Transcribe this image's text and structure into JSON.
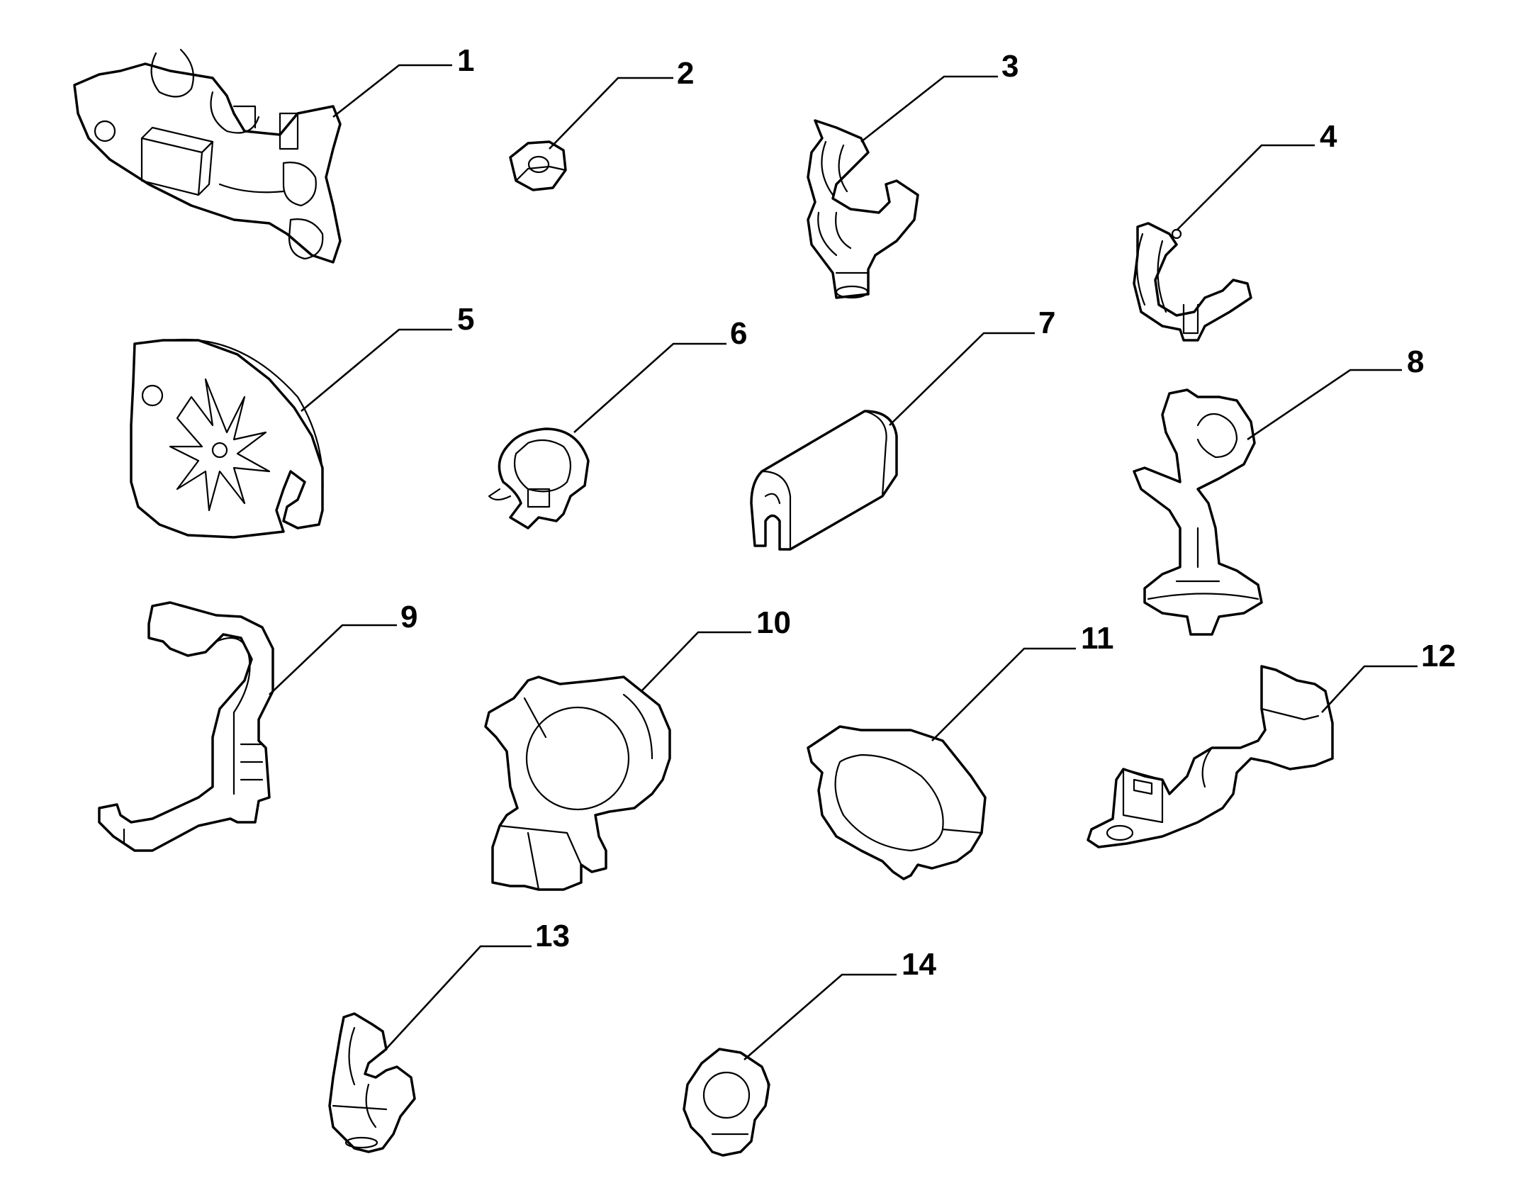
{
  "parts": [
    {
      "id": "part-1",
      "number": "1"
    },
    {
      "id": "part-2",
      "number": "2"
    },
    {
      "id": "part-3",
      "number": "3"
    },
    {
      "id": "part-4",
      "number": "4"
    },
    {
      "id": "part-5",
      "number": "5"
    },
    {
      "id": "part-6",
      "number": "6"
    },
    {
      "id": "part-7",
      "number": "7"
    },
    {
      "id": "part-8",
      "number": "8"
    },
    {
      "id": "part-9",
      "number": "9"
    },
    {
      "id": "part-10",
      "number": "10"
    },
    {
      "id": "part-11",
      "number": "11"
    },
    {
      "id": "part-12",
      "number": "12"
    },
    {
      "id": "part-13",
      "number": "13"
    },
    {
      "id": "part-14",
      "number": "14"
    }
  ]
}
